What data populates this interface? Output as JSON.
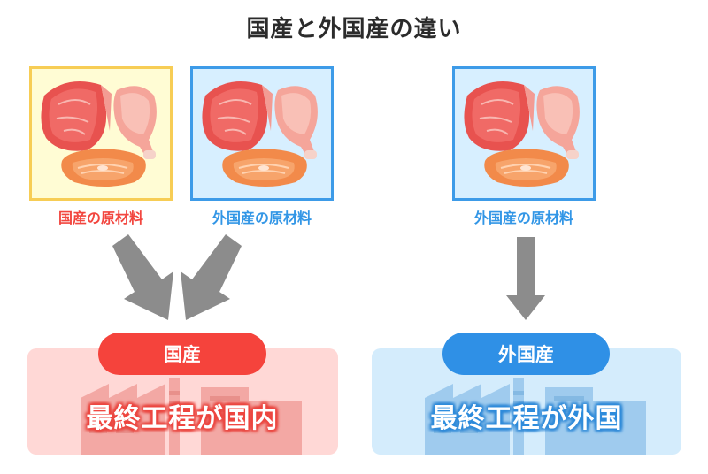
{
  "title": "国産と外国産の違い",
  "raw_materials": [
    {
      "caption": "国産の原材料",
      "kind": "domestic",
      "accent": "#f2463f"
    },
    {
      "caption": "外国産の原材料",
      "kind": "foreign",
      "accent": "#3296e6"
    },
    {
      "caption": "外国産の原材料",
      "kind": "foreign",
      "accent": "#3296e6"
    }
  ],
  "results": [
    {
      "badge": "国産",
      "label": "最終工程が国内",
      "accent": "#f5433c"
    },
    {
      "badge": "外国産",
      "label": "最終工程が外国",
      "accent": "#2f90e6"
    }
  ],
  "colors": {
    "domestic_box_bg": "#fffcd4",
    "domestic_box_border": "#f7cd55",
    "foreign_box_bg": "#d7efff",
    "foreign_box_border": "#3d9be8",
    "arrow": "#8c8c8c"
  },
  "icons": [
    "beef-block-icon",
    "chicken-leg-icon",
    "salmon-steak-icon",
    "factory-icon"
  ]
}
